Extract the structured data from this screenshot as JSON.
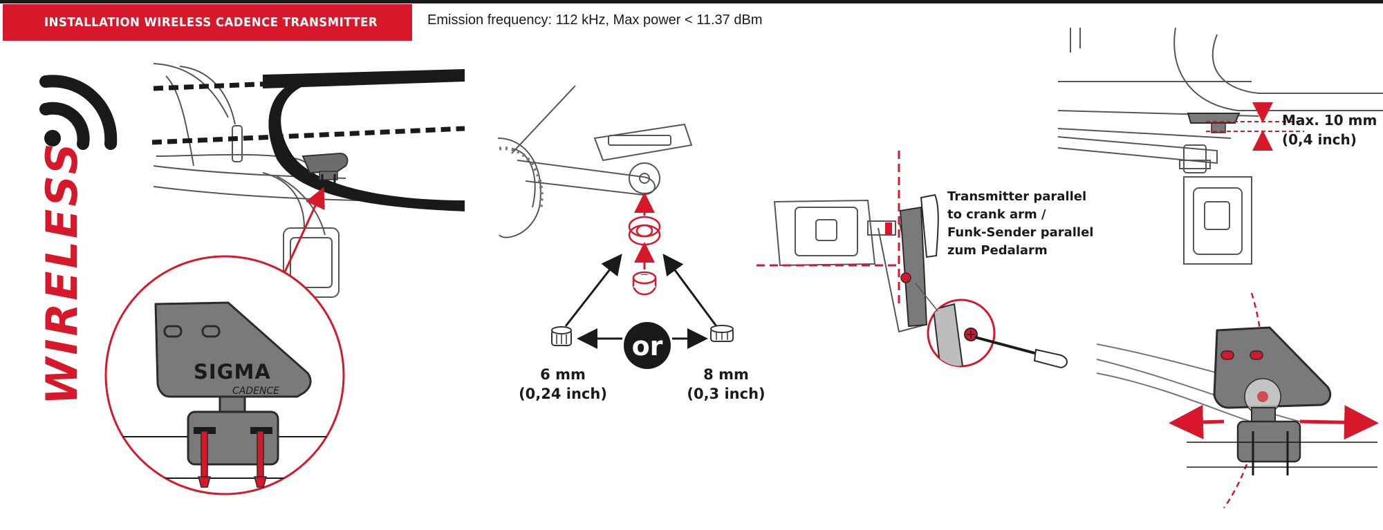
{
  "header": {
    "title": "INSTALLATION WIRELESS CADENCE TRANSMITTER",
    "emission": "Emission frequency: 112 kHz, Max power < 11.37 dBm"
  },
  "side_label": "WIRELESS",
  "sensor": {
    "brand": "SIGMA",
    "model": "CADENCE"
  },
  "spacers": {
    "or_label": "or",
    "left_size": "6 mm",
    "left_size_inch": "(0,24 inch)",
    "right_size": "8 mm",
    "right_size_inch": "(0,3 inch)"
  },
  "alignment_note": {
    "line1": "Transmitter parallel",
    "line2": "to crank arm /",
    "line3": "Funk-Sender parallel",
    "line4": "zum Pedalarm"
  },
  "distance": {
    "max": "Max. 10 mm",
    "inch": "(0,4 inch)"
  },
  "colors": {
    "accent": "#d7182a",
    "ink": "#1a1a1a",
    "sensor_gray": "#7a7a7a"
  }
}
